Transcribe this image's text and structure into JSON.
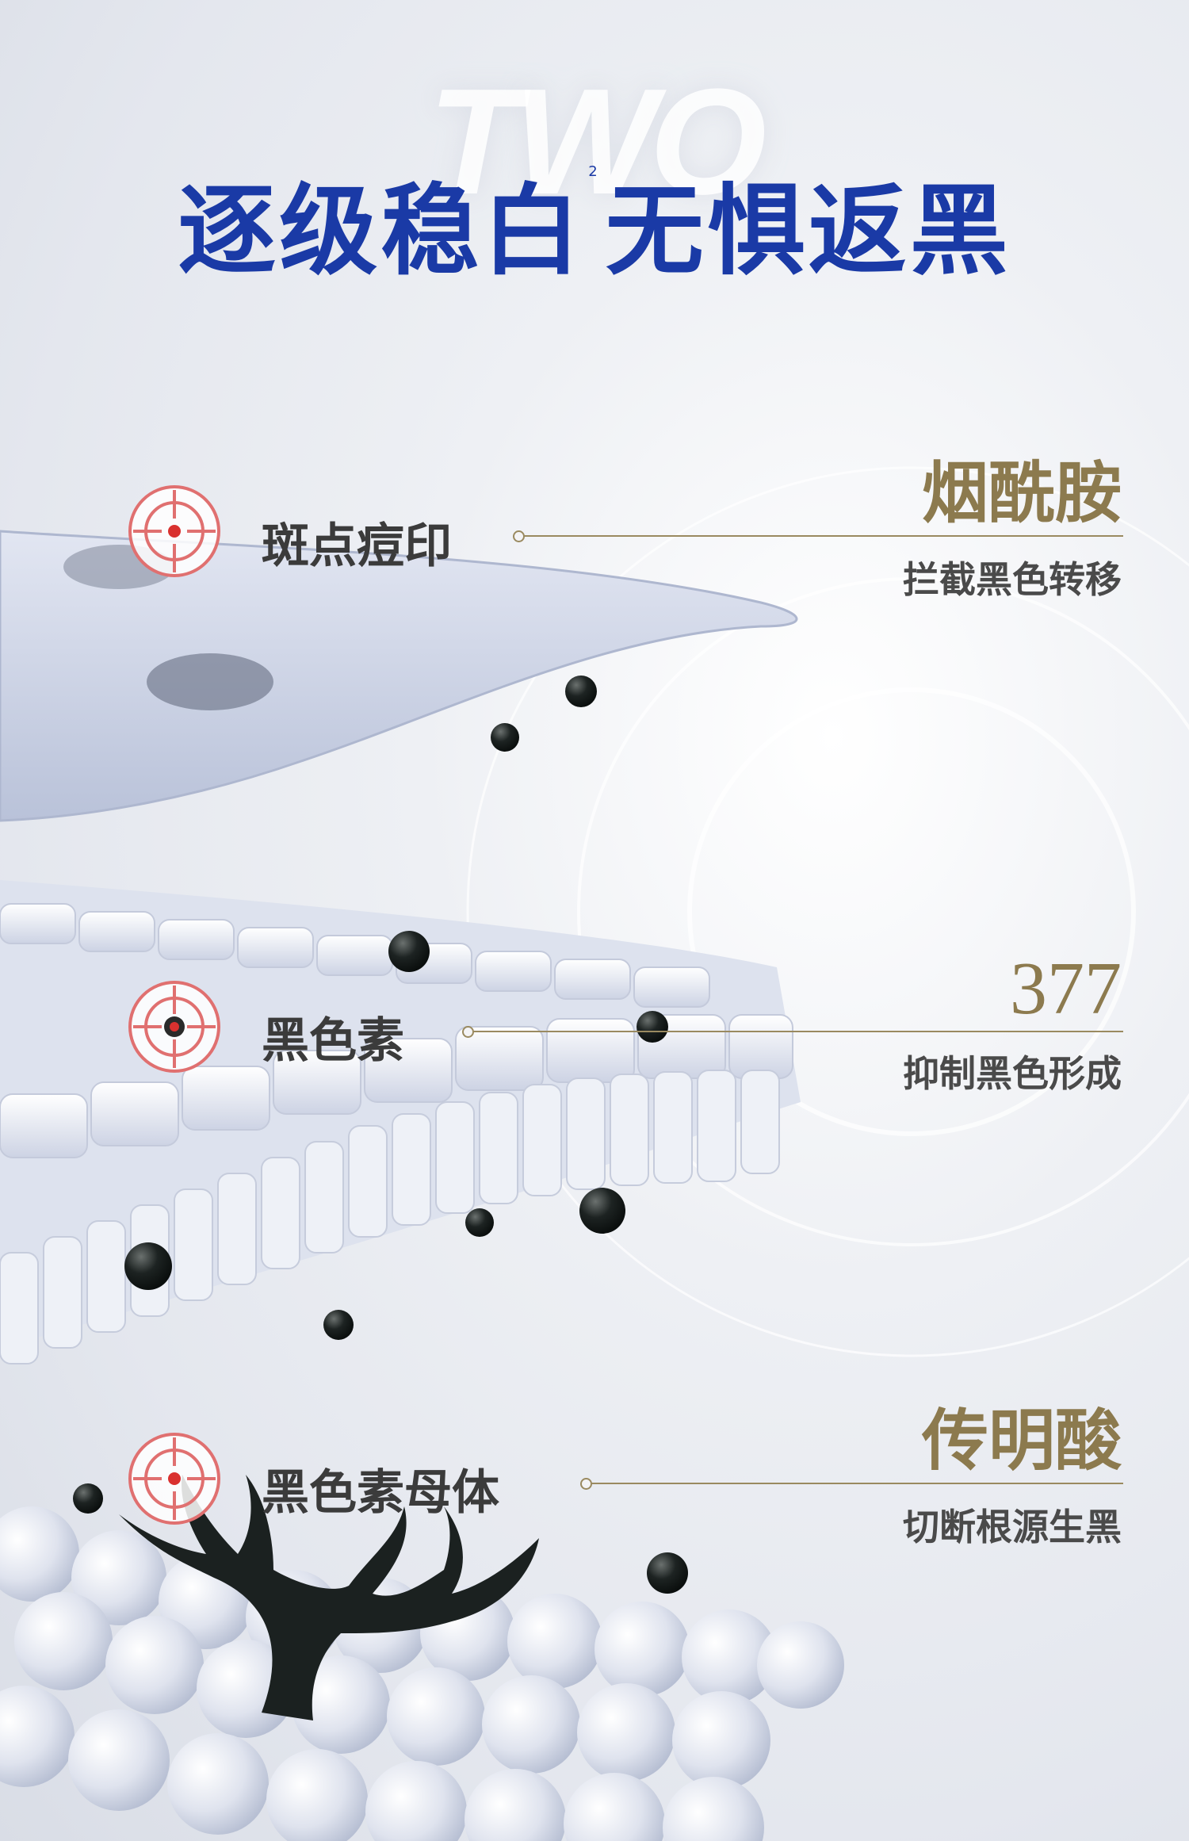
{
  "watermark": "TWO",
  "headline": {
    "left": "逐级稳白",
    "marker": "2",
    "right": "无惧返黑"
  },
  "callouts": [
    {
      "label": "斑点痘印",
      "ingredient": "烟酰胺",
      "effect": "拦截黑色转移",
      "icon": "crosshair-target-icon"
    },
    {
      "label": "黑色素",
      "ingredient": "377",
      "effect": "抑制黑色形成",
      "icon": "crosshair-target-icon"
    },
    {
      "label": "黑色素母体",
      "ingredient": "传明酸",
      "effect": "切断根源生黑",
      "icon": "crosshair-target-icon"
    }
  ],
  "colors": {
    "headline": "#1a3aa6",
    "gold": "#8c7a4e",
    "target_red": "#d9312f"
  }
}
